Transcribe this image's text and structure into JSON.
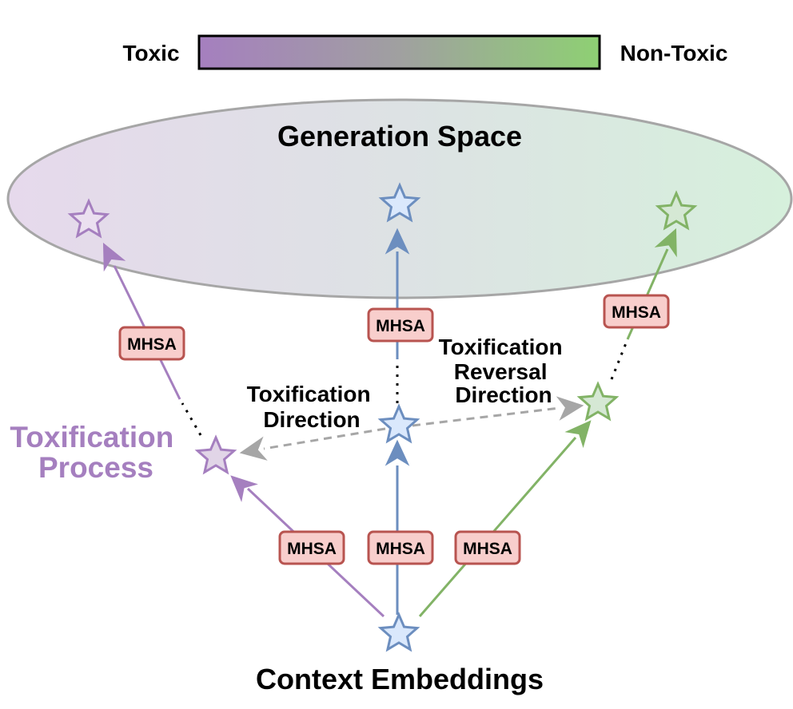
{
  "legend": {
    "left_label": "Toxic",
    "right_label": "Non-Toxic",
    "gradient_start": "#a57fbf",
    "gradient_mid": "#a0a0a0",
    "gradient_end": "#8ed073"
  },
  "generation_space": {
    "title": "Generation Space",
    "fill_start": "#e6d9ec",
    "fill_end": "#d6f0dc"
  },
  "context_label": "Context Embeddings",
  "toxification_process_label": [
    "Toxification",
    "Process"
  ],
  "toxification_direction_label": [
    "Toxification",
    "Direction"
  ],
  "reversal_direction_label": [
    "Toxification",
    "Reversal",
    "Direction"
  ],
  "mhsa_label": "MHSA",
  "colors": {
    "toxic": "#a57fbf",
    "neutral": "#6c8ebf",
    "non_toxic": "#82b366",
    "direction_arrow": "#a6a6a6",
    "mhsa_fill": "#f8cecc",
    "mhsa_stroke": "#b85450"
  },
  "icons": [
    "star-icon",
    "arrowhead-icon"
  ]
}
